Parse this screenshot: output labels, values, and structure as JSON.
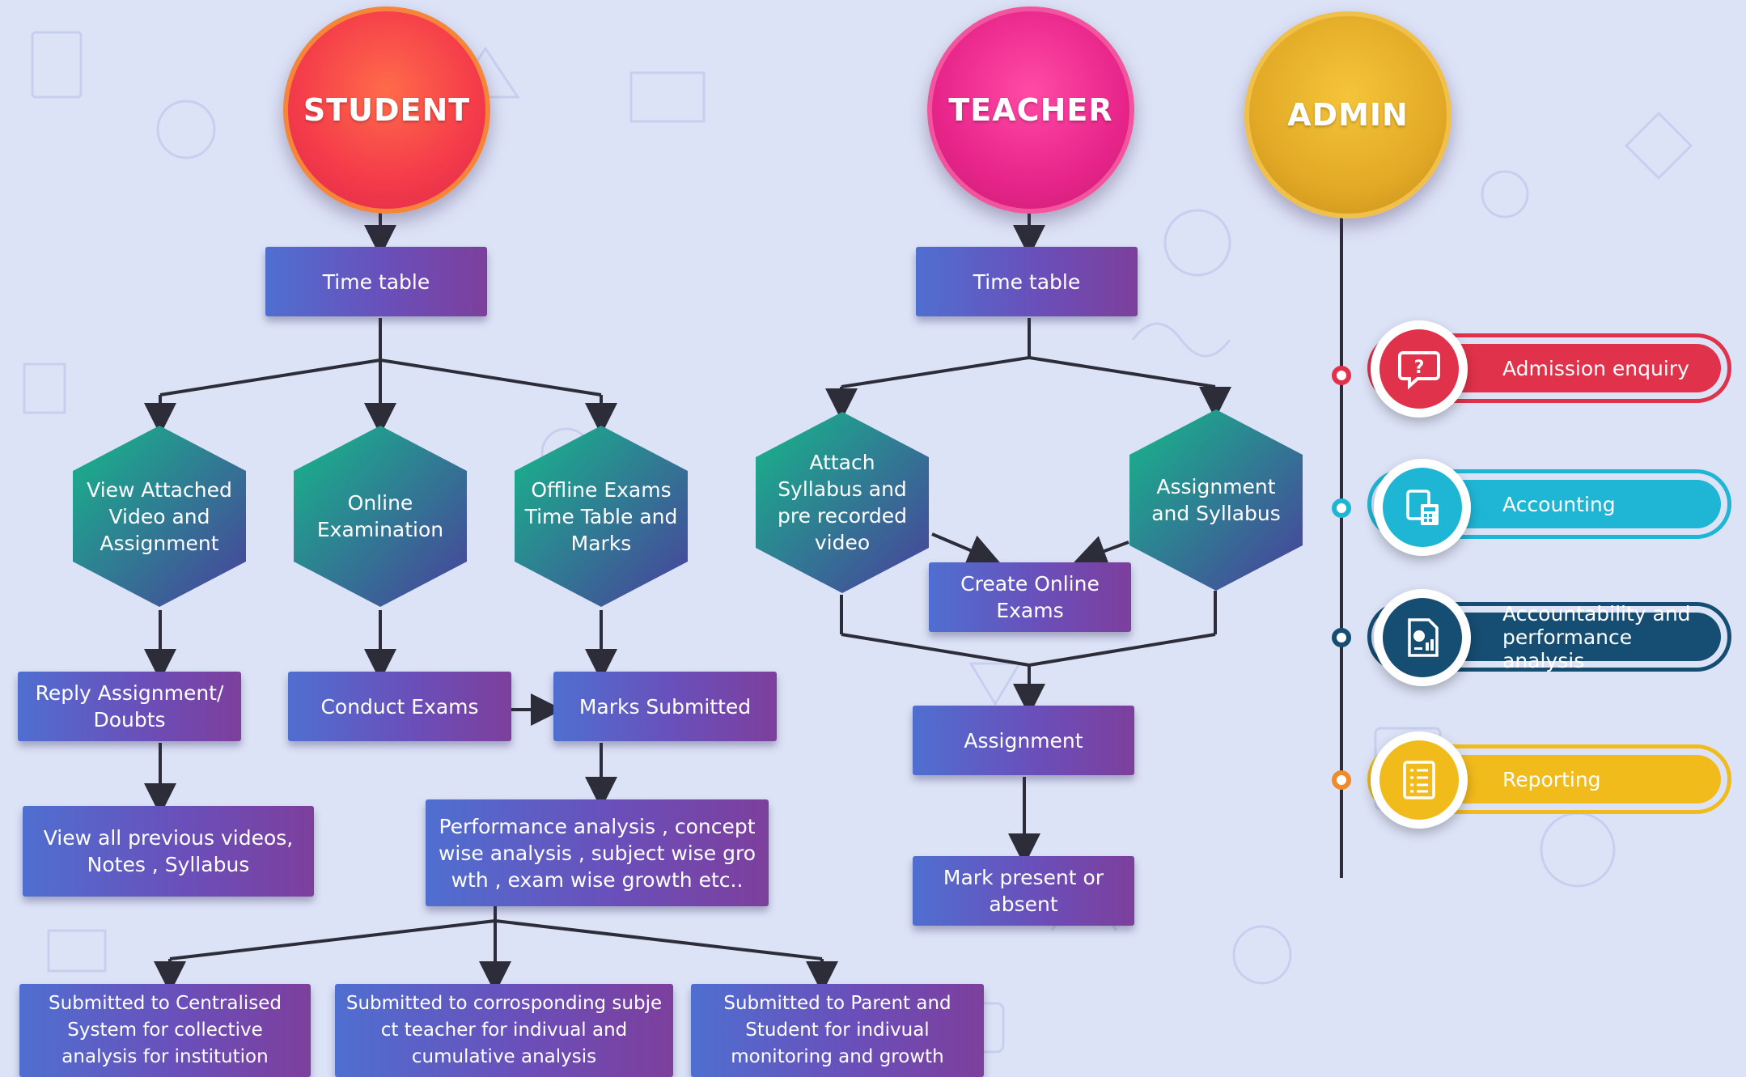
{
  "roles": {
    "student": "STUDENT",
    "teacher": "TEACHER",
    "admin": "ADMIN"
  },
  "student": {
    "timetable": "Time table",
    "hex_view": "View Attached Video and Assignment",
    "hex_online": "Online Examination",
    "hex_offline": "Offline Exams Time Table and Marks",
    "reply": "Reply Assignment/ Doubts",
    "conduct": "Conduct Exams",
    "marks": "Marks Submitted",
    "view_all": "View all previous videos, Notes , Syllabus",
    "performance": "Performance analysis , concept wise analysis , subject wise gro wth , exam wise growth etc..",
    "sub_central": "Submitted to Centralised System for collective analysis for institution",
    "sub_teacher": "Submitted to corrosponding subje ct teacher for indivual and cumulative analysis",
    "sub_parent": "Submitted to Parent and Student for indivual monitoring and growth"
  },
  "teacher": {
    "timetable": "Time table",
    "hex_attach": "Attach Syllabus and pre recorded video",
    "hex_assign": "Assignment and Syllabus",
    "create": "Create Online Exams",
    "assignment": "Assignment",
    "mark": "Mark present or absent"
  },
  "admin": {
    "items": [
      {
        "label": "Admission enquiry",
        "icon": "question-bubble-icon",
        "color": "#e0324a"
      },
      {
        "label": "Accounting",
        "icon": "calculator-icon",
        "color": "#1fb6d6"
      },
      {
        "label": "Accountability and performance analysis",
        "icon": "report-chart-icon",
        "color": "#164d72"
      },
      {
        "label": "Reporting",
        "icon": "document-list-icon",
        "color": "#f1bb1c"
      }
    ]
  },
  "colors": {
    "student": "#f5523a",
    "teacher": "#e8258a",
    "admin": "#e2aa26",
    "hex_start": "#17b58c",
    "hex_end": "#4b3f9a"
  }
}
